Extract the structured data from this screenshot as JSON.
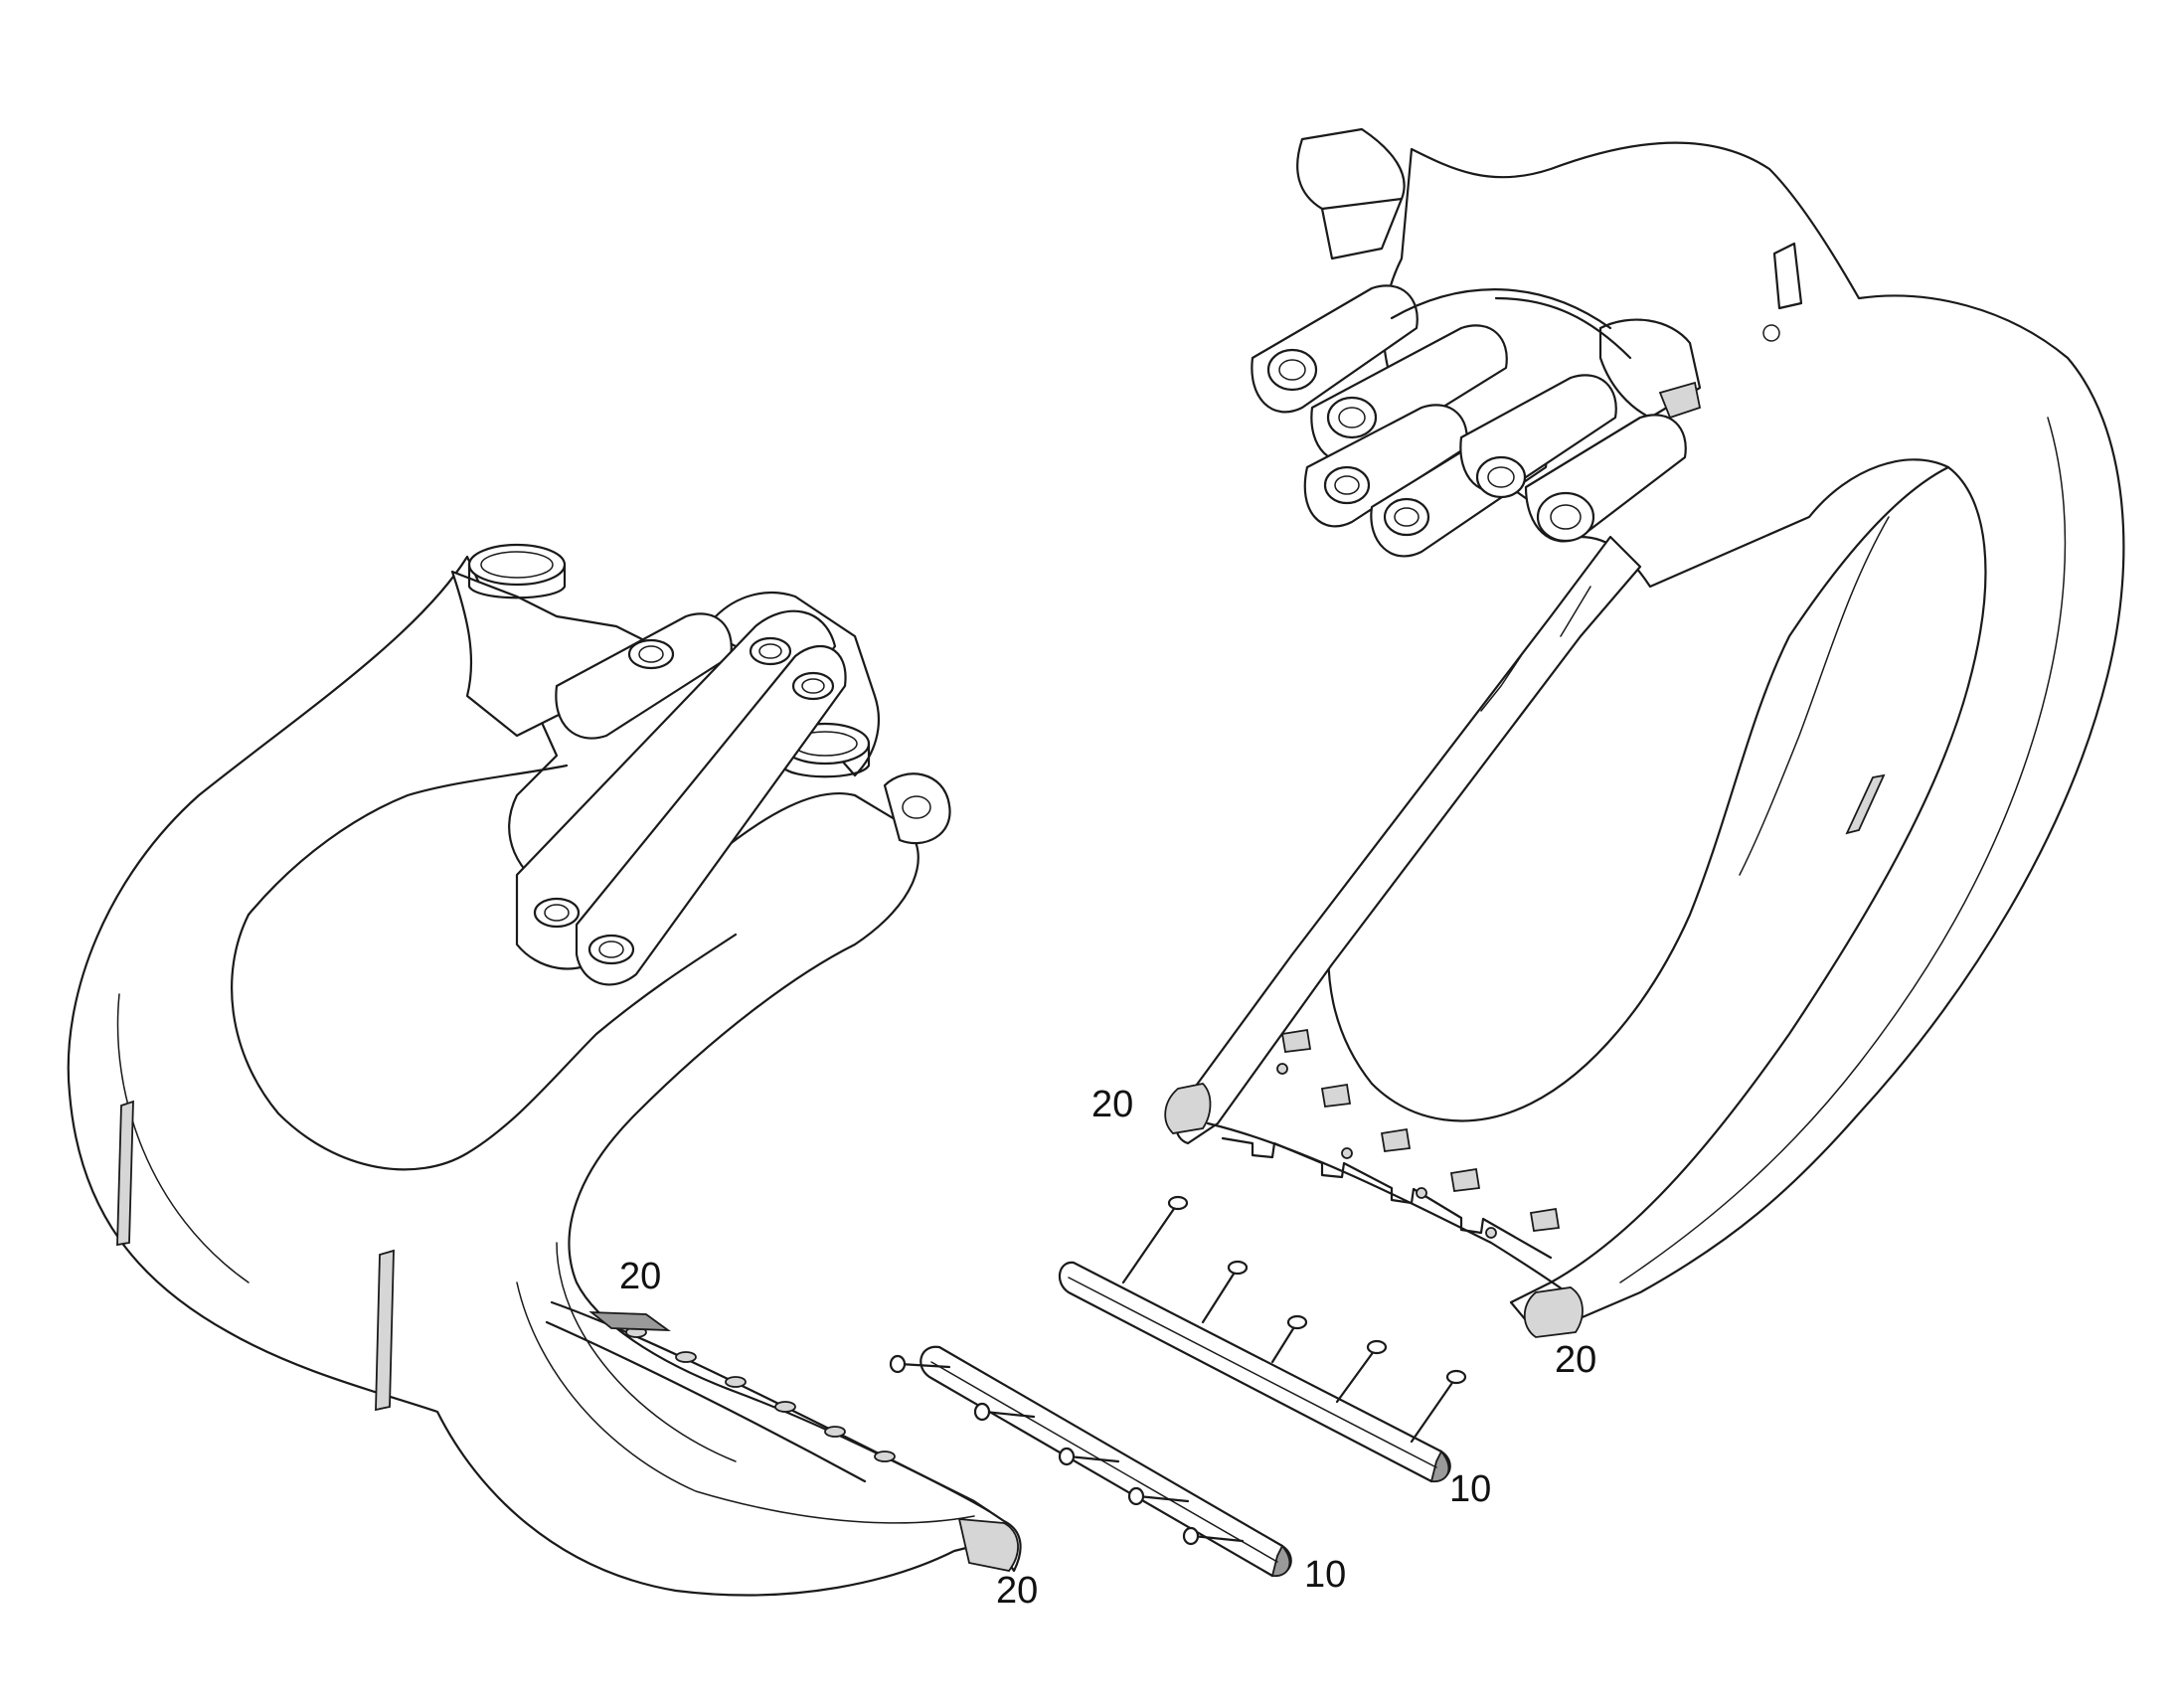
{
  "figure": {
    "type": "exploded parts diagram",
    "callouts": [
      {
        "id": "c20-upper-left",
        "label": "20"
      },
      {
        "id": "c20-upper-right",
        "label": "20"
      },
      {
        "id": "c20-mid-left",
        "label": "20"
      },
      {
        "id": "c20-lower-left",
        "label": "20"
      },
      {
        "id": "c10-right",
        "label": "10"
      },
      {
        "id": "c10-left",
        "label": "10"
      }
    ]
  }
}
